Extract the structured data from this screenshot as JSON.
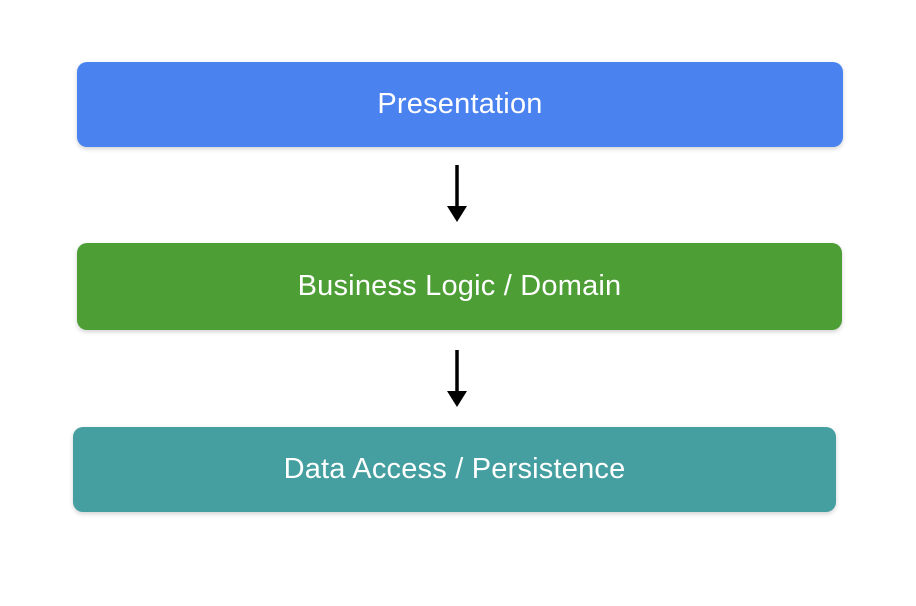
{
  "diagram": {
    "background": "#ffffff",
    "text_color": "#ffffff",
    "arrow_color": "#000000",
    "layers": [
      {
        "label": "Presentation",
        "color": "#4a82f0"
      },
      {
        "label": "Business Logic / Domain",
        "color": "#4c9e35"
      },
      {
        "label": "Data Access / Persistence",
        "color": "#459fa0"
      }
    ],
    "connections": [
      {
        "from": "Presentation",
        "to": "Business Logic / Domain",
        "direction": "down"
      },
      {
        "from": "Business Logic / Domain",
        "to": "Data Access / Persistence",
        "direction": "down"
      }
    ]
  }
}
